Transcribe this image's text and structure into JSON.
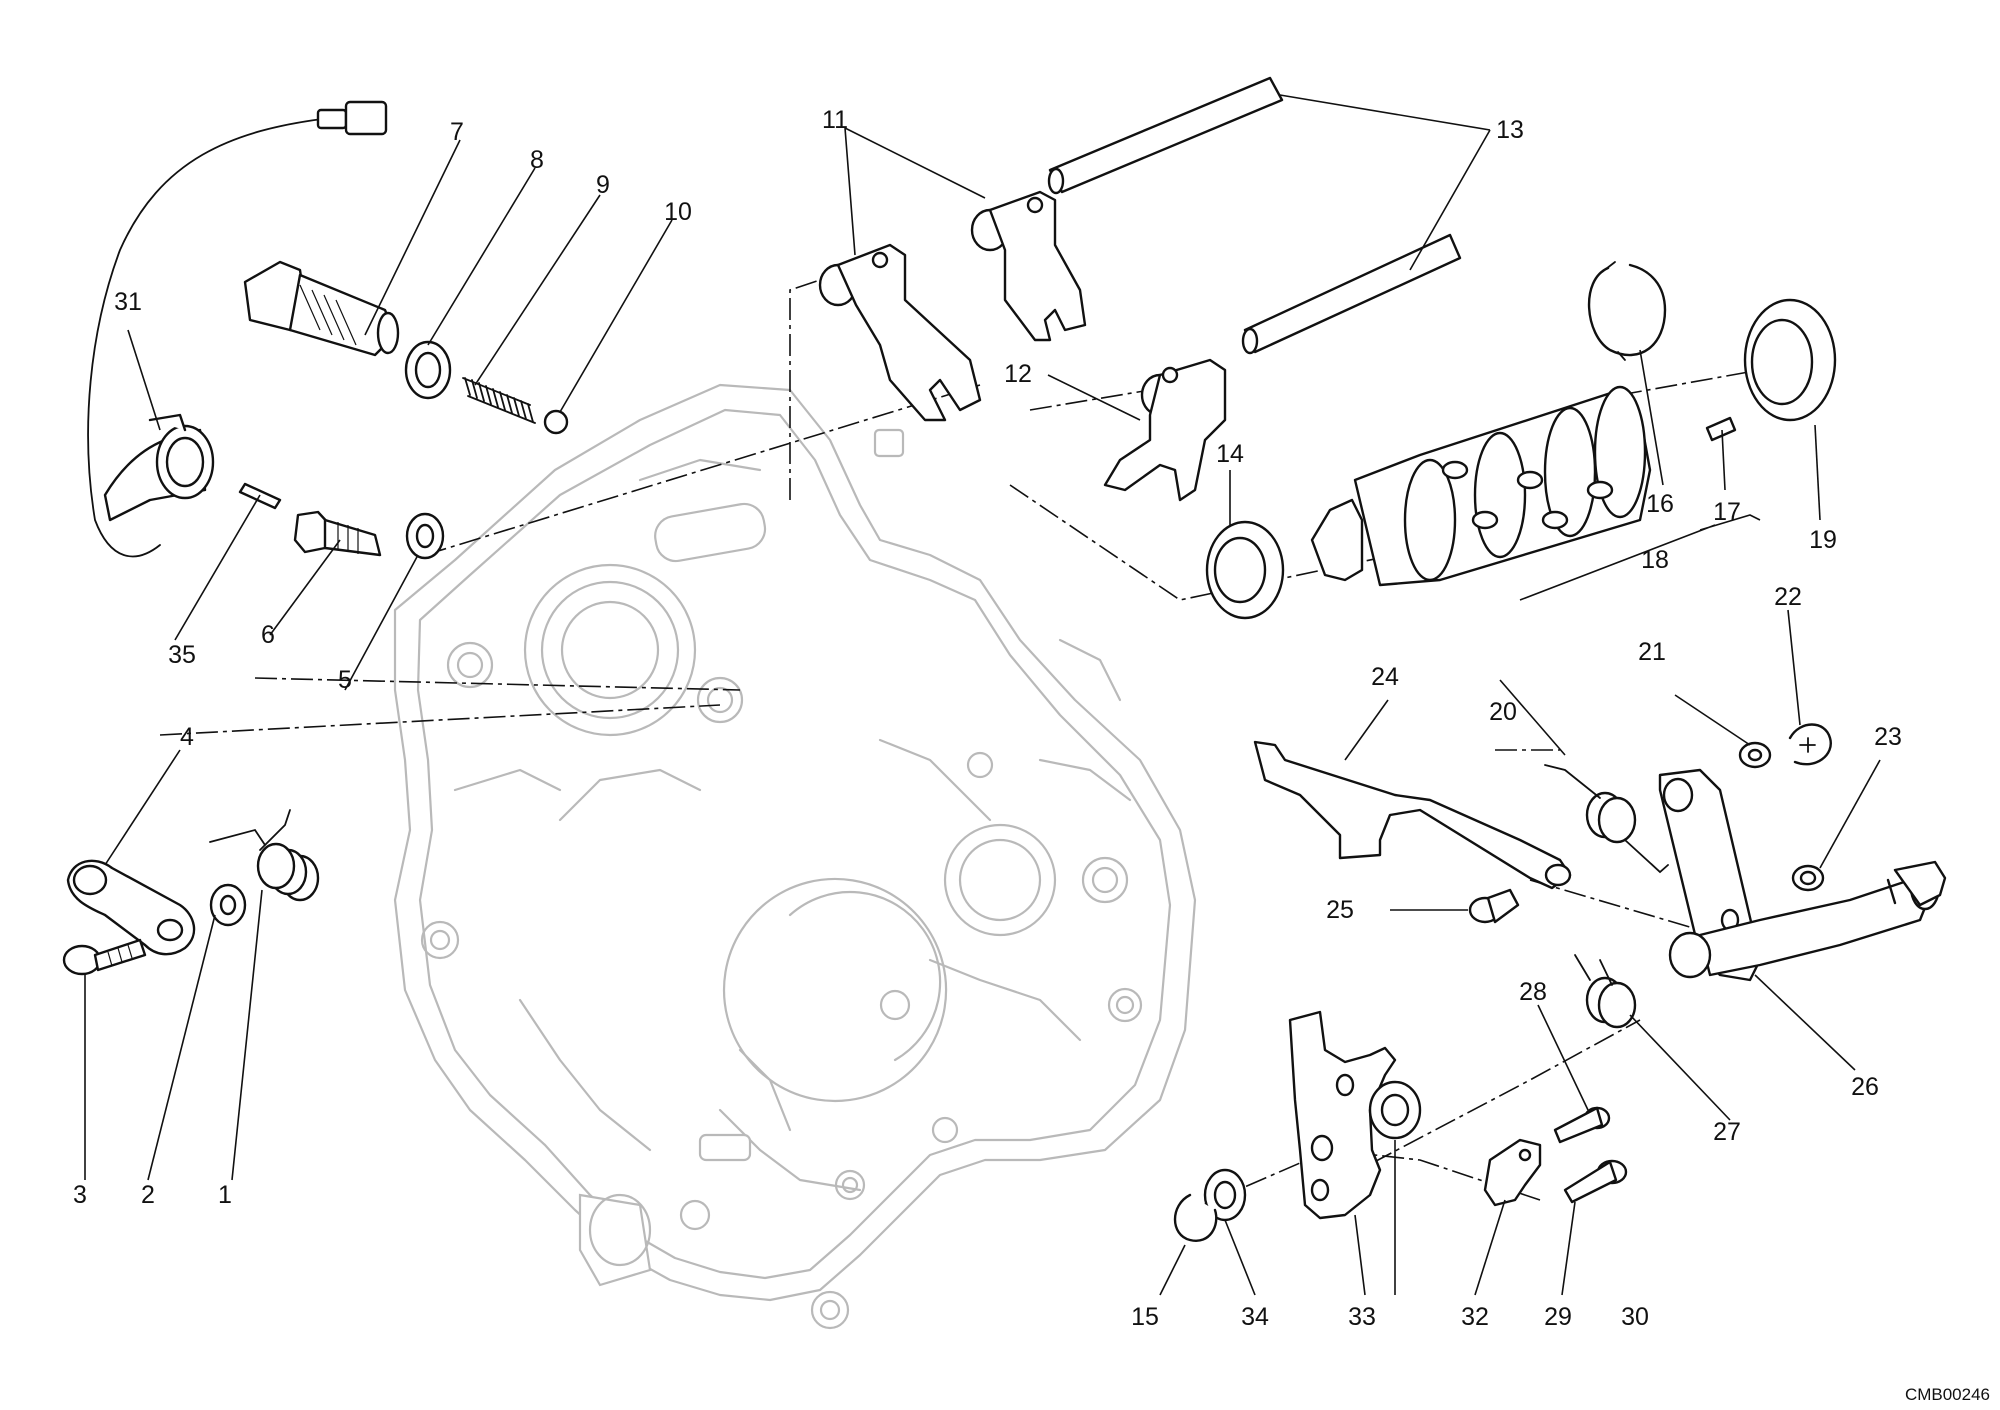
{
  "diagram": {
    "drawing_code": "CMB00246",
    "callouts": [
      {
        "id": "c1",
        "label": "1"
      },
      {
        "id": "c2",
        "label": "2"
      },
      {
        "id": "c3",
        "label": "3"
      },
      {
        "id": "c4",
        "label": "4"
      },
      {
        "id": "c5",
        "label": "5"
      },
      {
        "id": "c6",
        "label": "6"
      },
      {
        "id": "c7",
        "label": "7"
      },
      {
        "id": "c8",
        "label": "8"
      },
      {
        "id": "c9",
        "label": "9"
      },
      {
        "id": "c10",
        "label": "10"
      },
      {
        "id": "c11",
        "label": "11"
      },
      {
        "id": "c12",
        "label": "12"
      },
      {
        "id": "c13",
        "label": "13"
      },
      {
        "id": "c14",
        "label": "14"
      },
      {
        "id": "c15",
        "label": "15"
      },
      {
        "id": "c16",
        "label": "16"
      },
      {
        "id": "c17",
        "label": "17"
      },
      {
        "id": "c18",
        "label": "18"
      },
      {
        "id": "c19",
        "label": "19"
      },
      {
        "id": "c20",
        "label": "20"
      },
      {
        "id": "c21",
        "label": "21"
      },
      {
        "id": "c22",
        "label": "22"
      },
      {
        "id": "c23",
        "label": "23"
      },
      {
        "id": "c24",
        "label": "24"
      },
      {
        "id": "c25",
        "label": "25"
      },
      {
        "id": "c26",
        "label": "26"
      },
      {
        "id": "c27",
        "label": "27"
      },
      {
        "id": "c28",
        "label": "28"
      },
      {
        "id": "c29",
        "label": "29"
      },
      {
        "id": "c30",
        "label": "30"
      },
      {
        "id": "c31",
        "label": "31"
      },
      {
        "id": "c32",
        "label": "32"
      },
      {
        "id": "c33",
        "label": "33"
      },
      {
        "id": "c34",
        "label": "34"
      },
      {
        "id": "c35",
        "label": "35"
      }
    ]
  },
  "colors": {
    "part_outline": "#111111",
    "crankcase_ghost": "#b9b9b9",
    "background": "#ffffff"
  }
}
